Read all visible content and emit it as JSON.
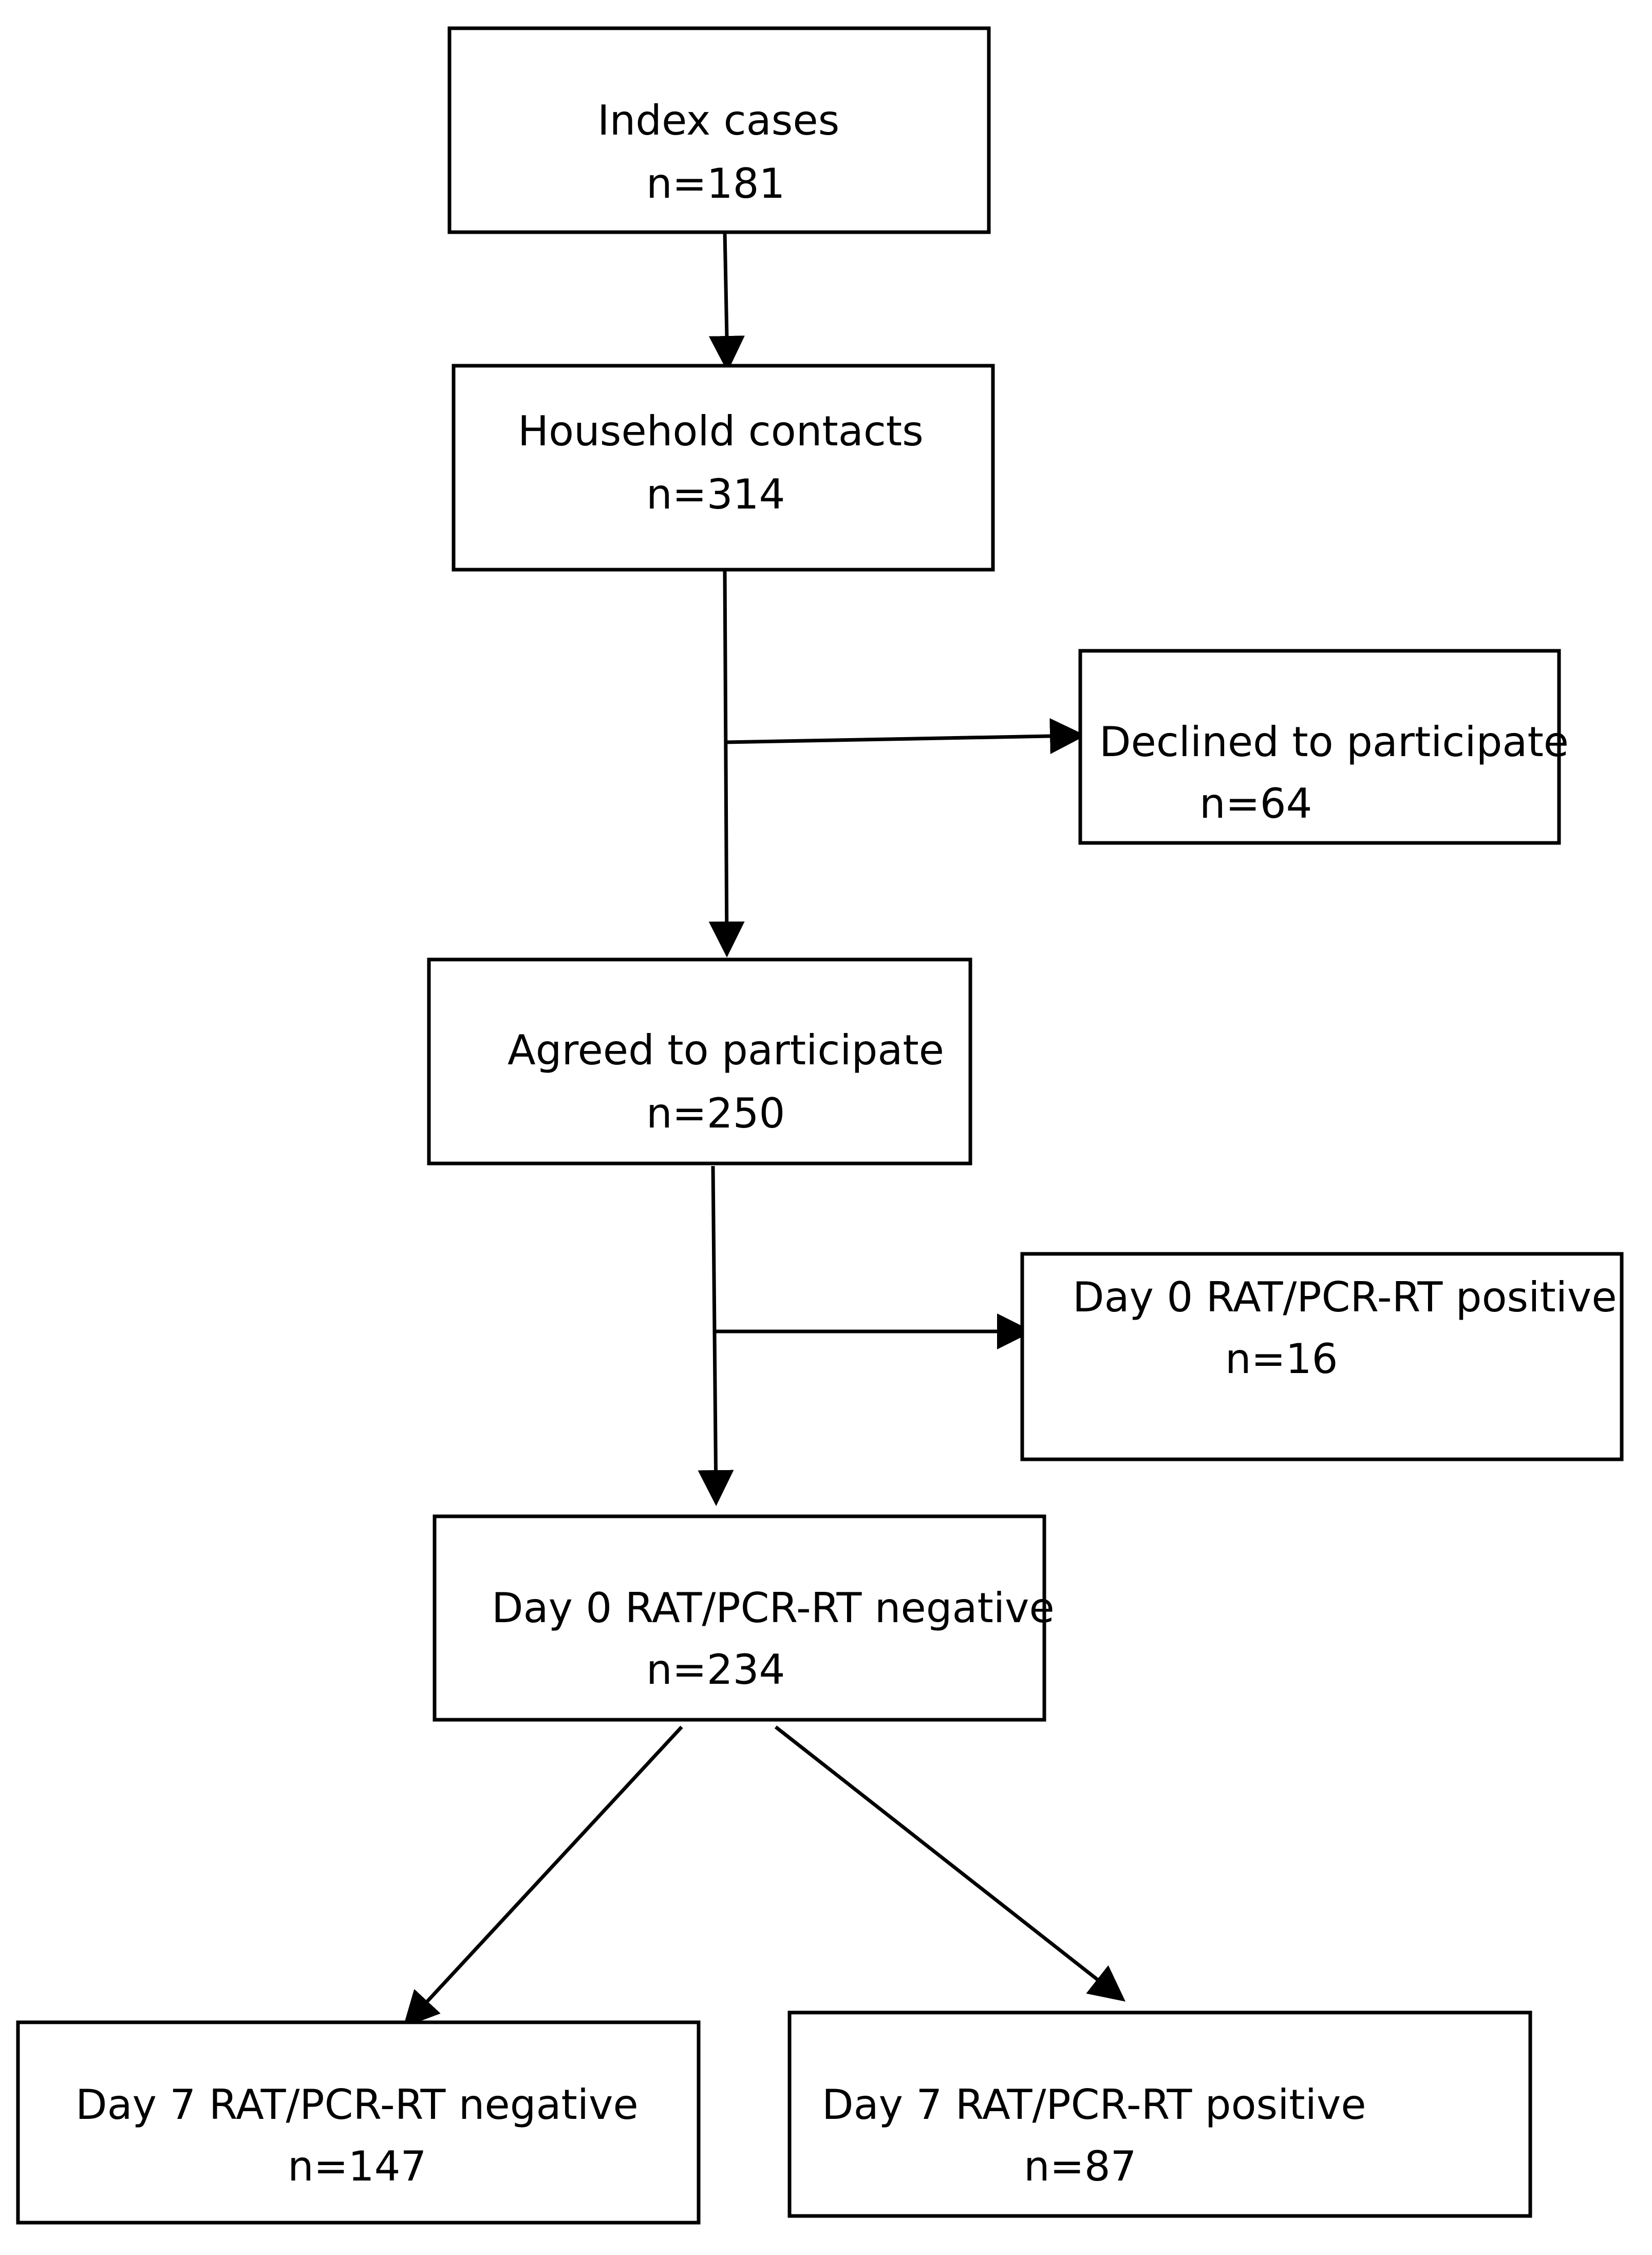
{
  "diagram": {
    "index_cases": {
      "title": "Index cases",
      "count": "n=181"
    },
    "household_contacts": {
      "title": "Household contacts",
      "count": "n=314"
    },
    "declined": {
      "title": "Declined to participate",
      "count": "n=64"
    },
    "agreed": {
      "title": "Agreed to participate",
      "count": "n=250"
    },
    "day0_positive": {
      "title": "Day 0 RAT/PCR-RT positive",
      "count": "n=16"
    },
    "day0_negative": {
      "title": "Day 0 RAT/PCR-RT negative",
      "count": "n=234"
    },
    "day7_negative": {
      "title": "Day 7 RAT/PCR-RT negative",
      "count": "n=147"
    },
    "day7_positive": {
      "title": "Day 7 RAT/PCR-RT positive",
      "count": "n=87"
    }
  },
  "colors": {
    "line": "#000000",
    "box_fill": "#ffffff"
  }
}
